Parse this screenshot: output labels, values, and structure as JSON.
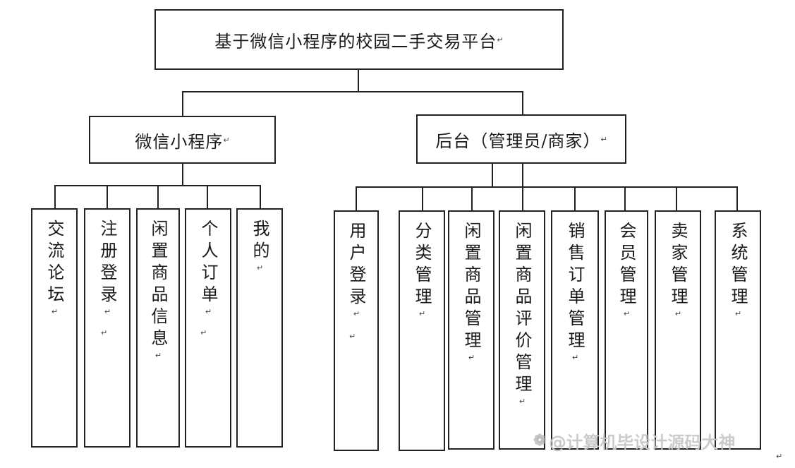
{
  "root": {
    "label": "基于微信小程序的校园二手交易平台",
    "mark": "↵"
  },
  "branches": [
    {
      "label": "微信小程序",
      "mark": "↵",
      "children": [
        {
          "label": "交流论坛",
          "mark": "↵"
        },
        {
          "label": "注册登录",
          "mark": "↵",
          "tail": "↵"
        },
        {
          "label": "闲置商品信息",
          "mark": "↵"
        },
        {
          "label": "个人订单",
          "mark": "↵",
          "tail": "↵"
        },
        {
          "label": "我的",
          "mark": "↵"
        }
      ]
    },
    {
      "label": "后台（管理员/商家）",
      "mark": "↵",
      "children": [
        {
          "label": "用户登录",
          "mark": "↵",
          "tail": "↵"
        },
        {
          "label": "分类管理",
          "mark": "↵"
        },
        {
          "label": "闲置商品管理",
          "mark": "↵"
        },
        {
          "label": "闲置商品评价管理",
          "mark": "↵"
        },
        {
          "label": "销售订单管理",
          "mark": "↵"
        },
        {
          "label": "会员管理",
          "mark": "↵"
        },
        {
          "label": "卖家管理",
          "mark": "↵"
        },
        {
          "label": "系统管理",
          "mark": "↵"
        }
      ]
    }
  ],
  "watermark": {
    "icon": "weibo-icon",
    "text": "@计算机毕设计源码大神"
  },
  "bottom_mark": "↵",
  "colors": {
    "line": "#222222",
    "text": "#1a1a1a",
    "watermark": "#c9c9c9"
  }
}
